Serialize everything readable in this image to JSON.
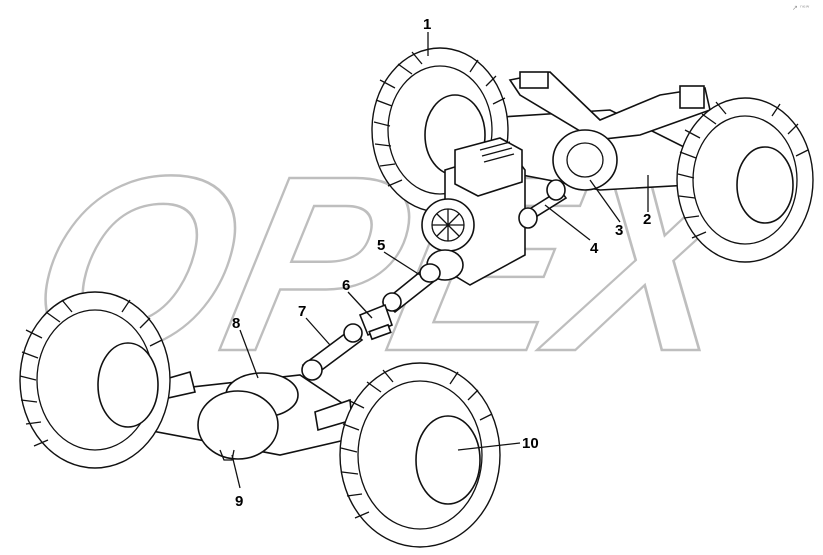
{
  "watermark": {
    "text": "OPEX"
  },
  "corner_mark": "↗ ⁿᵉʷ",
  "callouts": [
    {
      "id": "1",
      "label": "1"
    },
    {
      "id": "2",
      "label": "2"
    },
    {
      "id": "3",
      "label": "3"
    },
    {
      "id": "4",
      "label": "4"
    },
    {
      "id": "5",
      "label": "5"
    },
    {
      "id": "6",
      "label": "6"
    },
    {
      "id": "7",
      "label": "7"
    },
    {
      "id": "8",
      "label": "8"
    },
    {
      "id": "9",
      "label": "9"
    },
    {
      "id": "10",
      "label": "10"
    }
  ]
}
